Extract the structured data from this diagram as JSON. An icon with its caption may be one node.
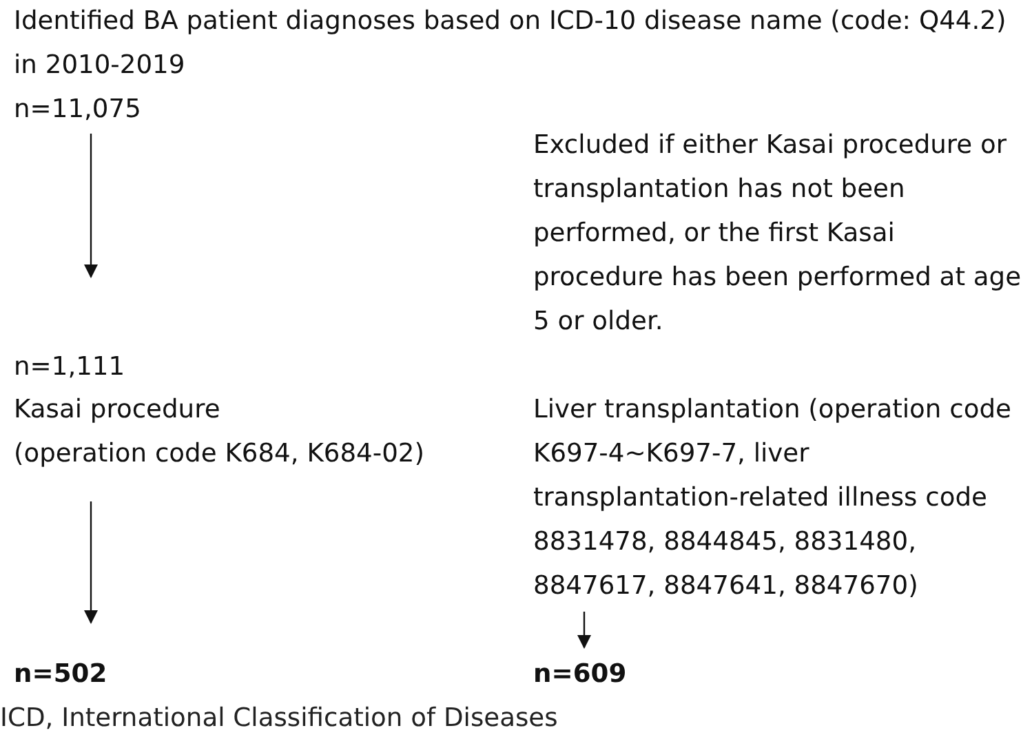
{
  "diagram": {
    "nodes": [
      {
        "text": [
          "Identified BA patient diagnoses based on ICD-10 disease name (code: Q44.2) in 2010-2019",
          "n=11,075"
        ]
      },
      {
        "text": [
          "n=1,111"
        ]
      },
      {
        "text": [
          "Kasai procedure",
          "(operation code K684, K684-02)"
        ]
      },
      {
        "text": [
          "Liver transplantation (operation code K697-4~K697-7, liver transplantation-related illness code 8831478, 8844845, 8831480, 8847617, 8847641, 8847670)"
        ]
      },
      {
        "text": [
          "n=502"
        ]
      },
      {
        "text": [
          "n=609"
        ]
      }
    ],
    "edges": [
      {
        "from": 0,
        "to": 1,
        "arrow": "to"
      },
      {
        "from": 2,
        "to": 4,
        "arrow": "to"
      },
      {
        "from": 3,
        "to": 5,
        "arrow": "to"
      }
    ],
    "labels": [
      "Excluded if either Kasai procedure or transplantation has not been performed, or the first Kasai procedure has been performed at age 5 or older."
    ],
    "caption": "ICD, International Classification of Diseases"
  }
}
